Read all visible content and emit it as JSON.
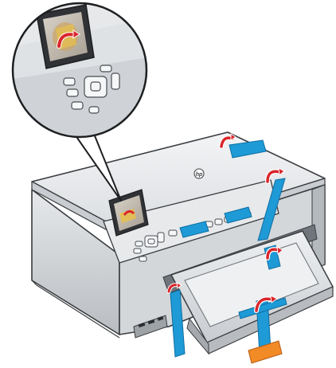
{
  "figure": {
    "logo_text": "hp"
  },
  "colors": {
    "background": "#ffffff",
    "printer_body": "#dcdfe2",
    "printer_top": "#eceef0",
    "printer_dark": "#6f757b",
    "outline": "#3a3d40",
    "screen_frame": "#303236",
    "protective_tape": "#1e9ad6",
    "tape_dark": "#0f6ea3",
    "tape_tag": "#f28a26",
    "arrow_red": "#d9262b",
    "arrow_white": "#ffffff"
  },
  "icons": [
    "printer-illustration",
    "zoom-callout",
    "control-panel",
    "display-screen",
    "tape-strip",
    "peel-arrow-icon",
    "hp-logo-icon",
    "memory-card-slots",
    "paper-tray"
  ]
}
